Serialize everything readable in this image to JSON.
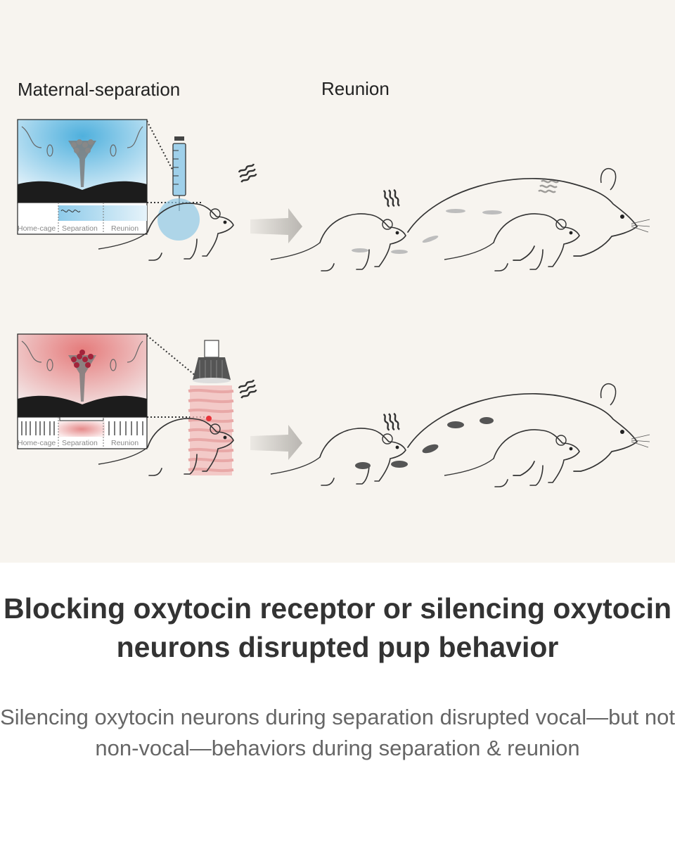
{
  "figure": {
    "col_labels": {
      "separation": "Maternal-separation",
      "reunion": "Reunion"
    },
    "timeline_labels": [
      "Home-cage",
      "Separation",
      "Reunion"
    ],
    "colors": {
      "background": "#f7f4ef",
      "antagonist": "#7fc4e4",
      "optogenetic": "#e88a8a",
      "neuron": "#a2233a"
    }
  },
  "caption": {
    "title": "Blocking oxytocin receptor or silencing oxytocin neurons disrupted pup behavior",
    "subtitle": "Silencing oxytocin neurons during separation disrupted vocal—but not non-vocal—behaviors during separation & reunion"
  }
}
